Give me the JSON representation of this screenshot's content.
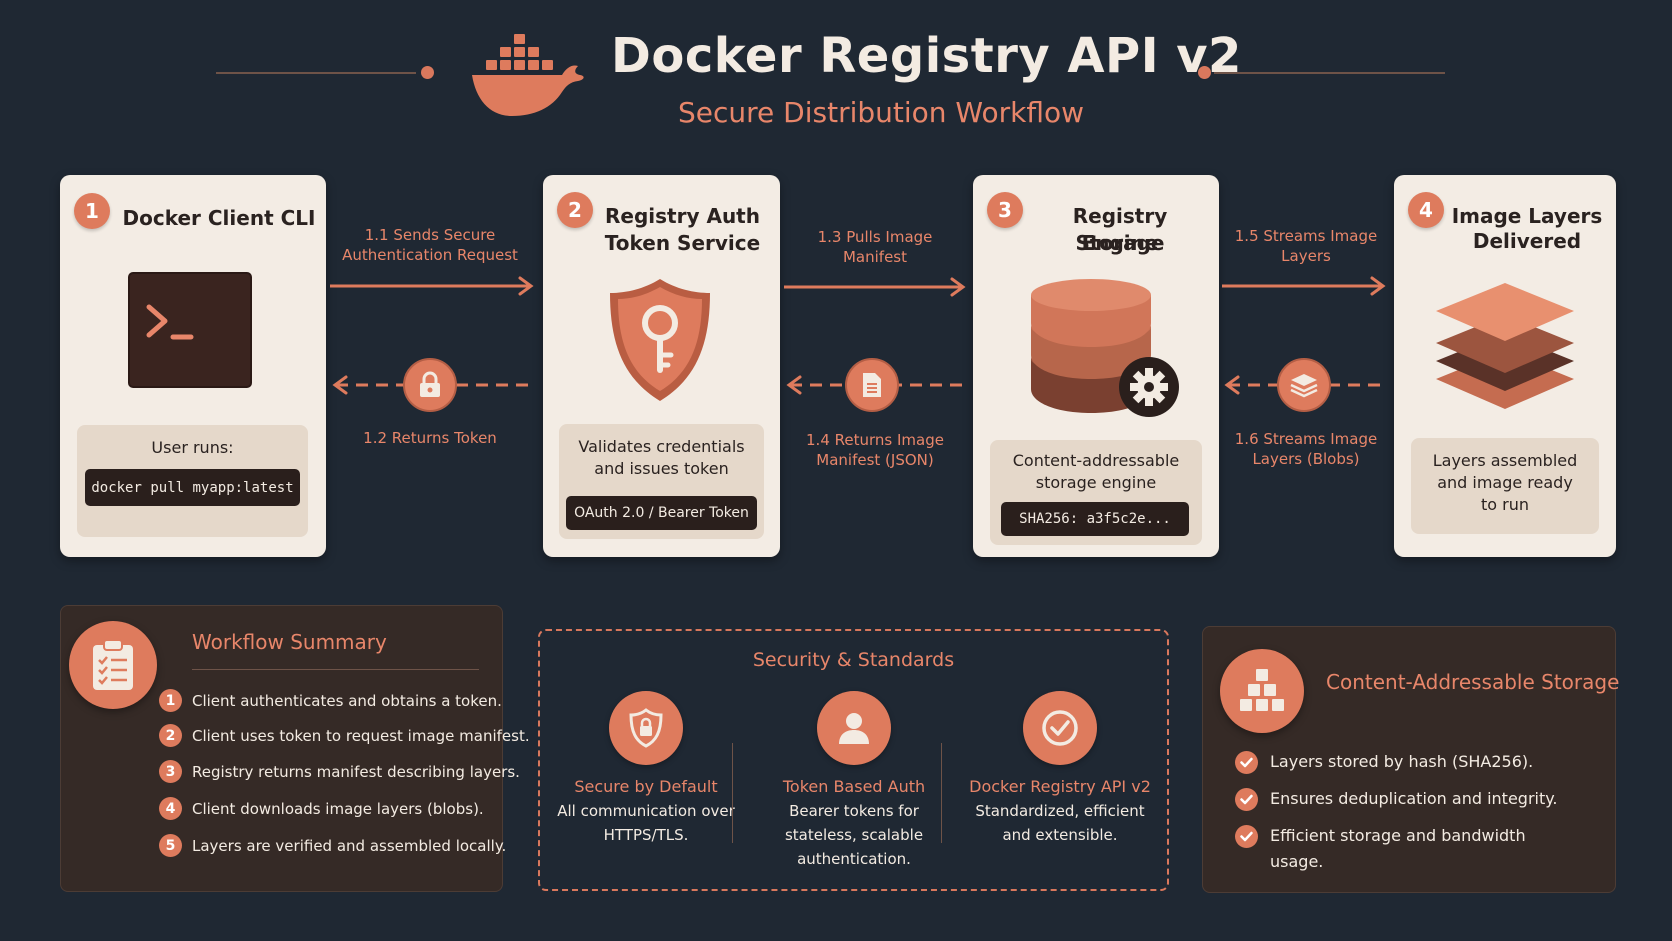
{
  "header": {
    "title": "Docker Registry API v2",
    "subtitle": "Secure Distribution Workflow",
    "logo_icon": "docker-whale-icon"
  },
  "steps": [
    {
      "number": "1",
      "title": "Docker Client CLI",
      "icon": "terminal-icon",
      "panel_text": "User runs:",
      "code": "docker pull myapp:latest"
    },
    {
      "number": "2",
      "title_line1": "Registry Auth",
      "title_line2": "Token Service",
      "icon": "shield-key-icon",
      "panel_line1": "Validates credentials",
      "panel_line2": "and issues token",
      "code": "OAuth 2.0 / Bearer Token"
    },
    {
      "number": "3",
      "title_line1": "Registry Storage",
      "title_line2": "Engine",
      "icon": "database-gear-icon",
      "panel_line1": "Content-addressable",
      "panel_line2": "storage engine",
      "code": "SHA256: a3f5c2e..."
    },
    {
      "number": "4",
      "title_line1": "Image Layers",
      "title_line2": "Delivered",
      "icon": "layers-icon",
      "panel_line1": "Layers assembled",
      "panel_line2": "and image ready",
      "panel_line3": "to run"
    }
  ],
  "connectors": [
    {
      "forward_line1": "1.1 Sends Secure",
      "forward_line2": "Authentication Request",
      "back_label": "1.2 Returns Token",
      "back_icon": "lock-icon"
    },
    {
      "forward_line1": "1.3 Pulls Image",
      "forward_line2": "Manifest",
      "back_line1": "1.4 Returns Image",
      "back_line2": "Manifest (JSON)",
      "back_icon": "document-icon"
    },
    {
      "forward_line1": "1.5 Streams Image",
      "forward_line2": "Layers",
      "back_line1": "1.6 Streams Image",
      "back_line2": "Layers (Blobs)",
      "back_icon": "stack-icon"
    }
  ],
  "summary": {
    "title": "Workflow Summary",
    "icon": "clipboard-checklist-icon",
    "items": [
      {
        "num": "1",
        "text": "Client authenticates and obtains a token."
      },
      {
        "num": "2",
        "text": "Client uses token to request image manifest."
      },
      {
        "num": "3",
        "text": "Registry returns manifest describing layers."
      },
      {
        "num": "4",
        "text": "Client downloads image layers (blobs)."
      },
      {
        "num": "5",
        "text": "Layers are verified and assembled locally."
      }
    ]
  },
  "security": {
    "title": "Security & Standards",
    "cols": [
      {
        "icon": "shield-lock-icon",
        "head": "Secure by Default",
        "line1": "All communication over",
        "line2": "HTTPS/TLS."
      },
      {
        "icon": "user-icon",
        "head": "Token Based Auth",
        "line1": "Bearer tokens for",
        "line2": "stateless, scalable",
        "line3": "authentication."
      },
      {
        "icon": "checkmark-icon",
        "head": "Docker Registry API v2",
        "line1": "Standardized, efficient",
        "line2": "and extensible."
      }
    ]
  },
  "cas": {
    "title": "Content-Addressable Storage",
    "icon": "cubes-icon",
    "items": [
      {
        "line1": "Layers stored by hash (SHA256)."
      },
      {
        "line1": "Ensures deduplication and integrity."
      },
      {
        "line1": "Efficient storage and bandwidth",
        "line2": "usage."
      }
    ]
  },
  "colors": {
    "background": "#1f2833",
    "accent": "#de7b5d",
    "card": "#f3ece4",
    "dark": "#2a1f1c"
  }
}
